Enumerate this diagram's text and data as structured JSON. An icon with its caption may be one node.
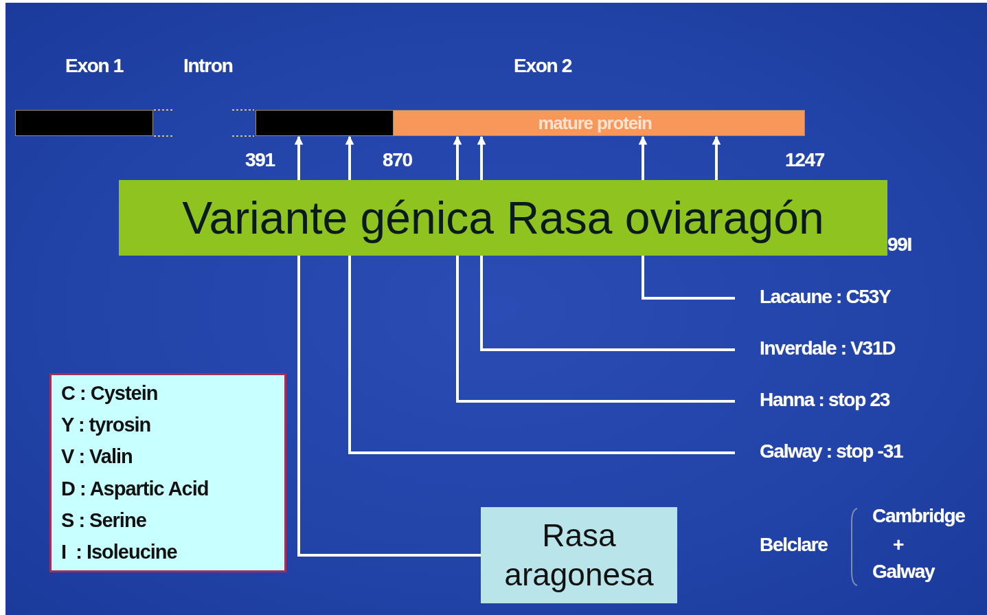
{
  "diagram": {
    "title": "Variante génica Rasa oviaragón",
    "nodes": [
      {
        "text": [],
        "shape": "bar"
      },
      {
        "text": [],
        "shape": "bar"
      },
      {
        "text": [
          "mature protein"
        ]
      },
      {
        "text": [
          "99I"
        ]
      },
      {
        "text": [
          "Lacaune : C53Y"
        ]
      },
      {
        "text": [
          "Inverdale : V31D"
        ]
      },
      {
        "text": [
          "Hanna : stop 23"
        ]
      },
      {
        "text": [
          "Galway : stop -31"
        ]
      },
      {
        "text": [
          "C : Cystein",
          "Y : tyrosin",
          "V : Valin",
          "D : Aspartic Acid",
          "S : Serine",
          "I  : Isoleucine"
        ]
      },
      {
        "text": [
          "Rasa aragonesa"
        ]
      }
    ],
    "edges": [
      {
        "from": 3,
        "to": 2,
        "arrow": "to"
      },
      {
        "from": 4,
        "to": 2,
        "arrow": "to"
      },
      {
        "from": 5,
        "to": 2,
        "arrow": "to"
      },
      {
        "from": 6,
        "to": 2,
        "arrow": "to"
      },
      {
        "from": 7,
        "to": 1,
        "arrow": "to"
      },
      {
        "from": 9,
        "to": 1,
        "arrow": "to"
      }
    ],
    "labels": [
      "Exon 1",
      "Intron",
      "Exon 2",
      "391",
      "870",
      "1247",
      "Belclare",
      "Cambridge",
      "+",
      "Galway"
    ]
  }
}
